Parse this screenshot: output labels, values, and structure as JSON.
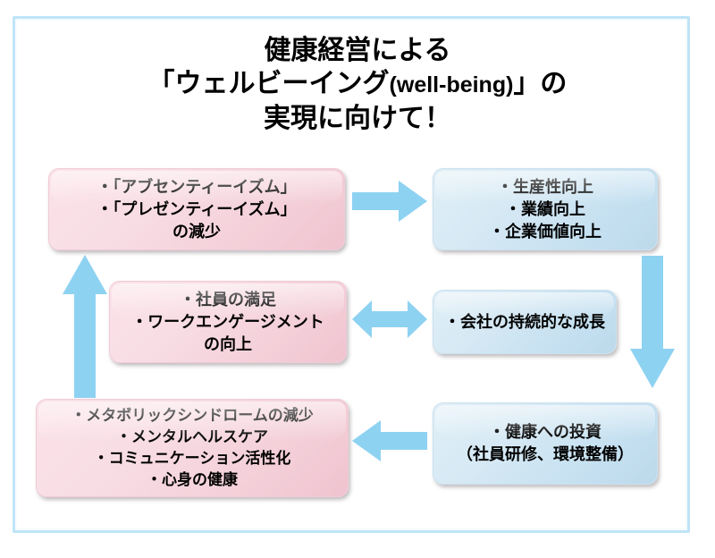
{
  "theme": {
    "frame_color": "#bfe4f7",
    "arrow_color": "#8ed2f2",
    "pink_box_color": "#f6d8e0",
    "blue_box_color": "#cfe4f2",
    "text_color": "#000000"
  },
  "title": {
    "line1": "健康経営による",
    "line2_pre": "「ウェルビーイング",
    "line2_latin": "(well-being)",
    "line2_post": "」の",
    "line3": "実現に向けて！"
  },
  "boxes": {
    "absenteeism": {
      "name": "アブセンティーイズム・プレゼンティーイズムの減少",
      "lines": [
        "・「アブセンティーイズム」",
        "・「プレゼンティーイズム」",
        "の減少"
      ]
    },
    "productivity": {
      "name": "生産性・業績・企業価値向上",
      "lines": [
        "・生産性向上",
        "・業績向上",
        "・企業価値向上"
      ]
    },
    "satisfaction": {
      "name": "社員の満足・ワークエンゲージメントの向上",
      "lines": [
        "・社員の満足",
        "・ワークエンゲージメント",
        "の向上"
      ]
    },
    "growth": {
      "name": "会社の持続的な成長",
      "lines": [
        "・会社の持続的な成長"
      ]
    },
    "metabolic": {
      "name": "メタボリックシンドロームの減少ほか",
      "lines": [
        "・メタボリックシンドロームの減少",
        "・メンタルヘルスケア",
        "・コミュニケーション活性化",
        "・心身の健康"
      ]
    },
    "investment": {
      "name": "健康への投資",
      "lines": [
        "・健康への投資",
        "（社員研修、環境整備）"
      ]
    }
  },
  "arrows": {
    "right_top": "arrow-right-icon",
    "bidir_mid": "arrow-left-right-icon",
    "left_bottom": "arrow-left-icon",
    "down_right": "arrow-down-icon",
    "up_left": "arrow-up-icon"
  }
}
